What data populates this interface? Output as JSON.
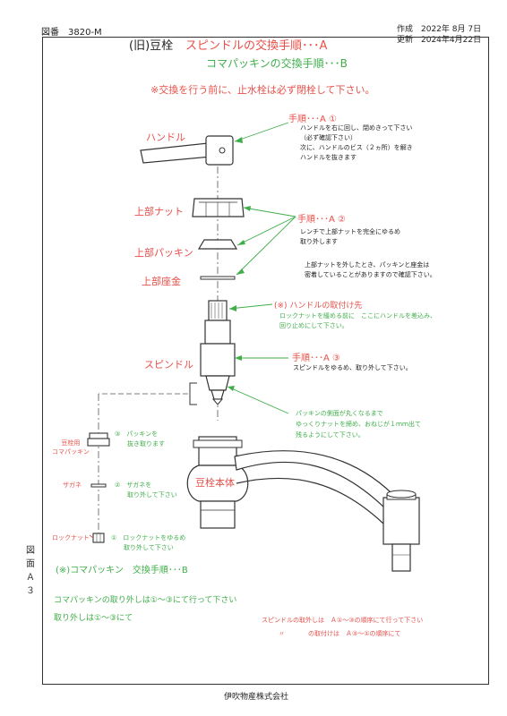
{
  "header": {
    "drawing_no": "図番　3820-M",
    "created": "作成　2022年 8月 7日",
    "updated": "更新　2024年4月22日"
  },
  "title": {
    "prefix": "(旧)豆栓",
    "main": "スピンドルの交換手順･･･A",
    "sub": "コマパッキンの交換手順･･･B",
    "warning": "※交換を行う前に、止水栓は必ず閉栓して下さい。"
  },
  "parts": {
    "handle": "ハンドル",
    "top_nut": "上部ナット",
    "top_packing": "上部パッキン",
    "top_washer": "上部座金",
    "spindle": "スピンドル",
    "body": "豆栓本体",
    "koma_packing": "豆栓用\nコマパッキン",
    "zagane": "ザガネ",
    "lock_nut": "ロックナット"
  },
  "steps_a": {
    "step1_title": "手順･･･A ①",
    "step1_text": "ハンドルを右に回し、閉めきって下さい\n（必ず確認下さい）\n次に、ハンドルのビス（２ヵ所）を解き\nハンドルを抜きます",
    "step2_title": "手順･･･A ②",
    "step2_text": "レンチで上部ナットを完全にゆるめ\n取り外します",
    "step2_note": "上部ナットを外したとき、パッキンと座金は\n密着していることがありますので確認下さい。",
    "handle_point_title": "(※) ハンドルの取付け先",
    "handle_point_text": "ロックナットを緩める前に　ここにハンドルを差込み、\n回り止めにして下さい。",
    "step3_title": "手順･･･A ③",
    "step3_text": "スピンドルをゆるめ、取り外して下さい。",
    "packing_note": "パッキンの側面が丸くなるまで\nゆっくりナットを締め、おねじが１ｍｍ出て\n残るようにして下さい。"
  },
  "steps_b": {
    "b3": "③　パッキンを\n　　抜き取ります",
    "b2": "②　ザガネを\n　　取り外して下さい",
    "b1": "①　ロックナットをゆるめ\n　　取り外して下さい",
    "title": "(※)コマパッキン　交換手順･･･B"
  },
  "notes": {
    "koma_removal": "コマパッキンの取り外しは①～③にて行って下さい",
    "koma_install": "取り外しは①～③にて",
    "spindle_removal": "スピンドルの取外しは　Ａ①～③の順序にて行って下さい",
    "spindle_install_mark": "〃",
    "spindle_install": "の取付けは　Ａ③～①の順序にて"
  },
  "side_label": "図面Ａ３",
  "footer": "伊吹物産株式会社",
  "colors": {
    "red": "#e8504a",
    "green": "#3fae4a",
    "line": "#333333"
  }
}
